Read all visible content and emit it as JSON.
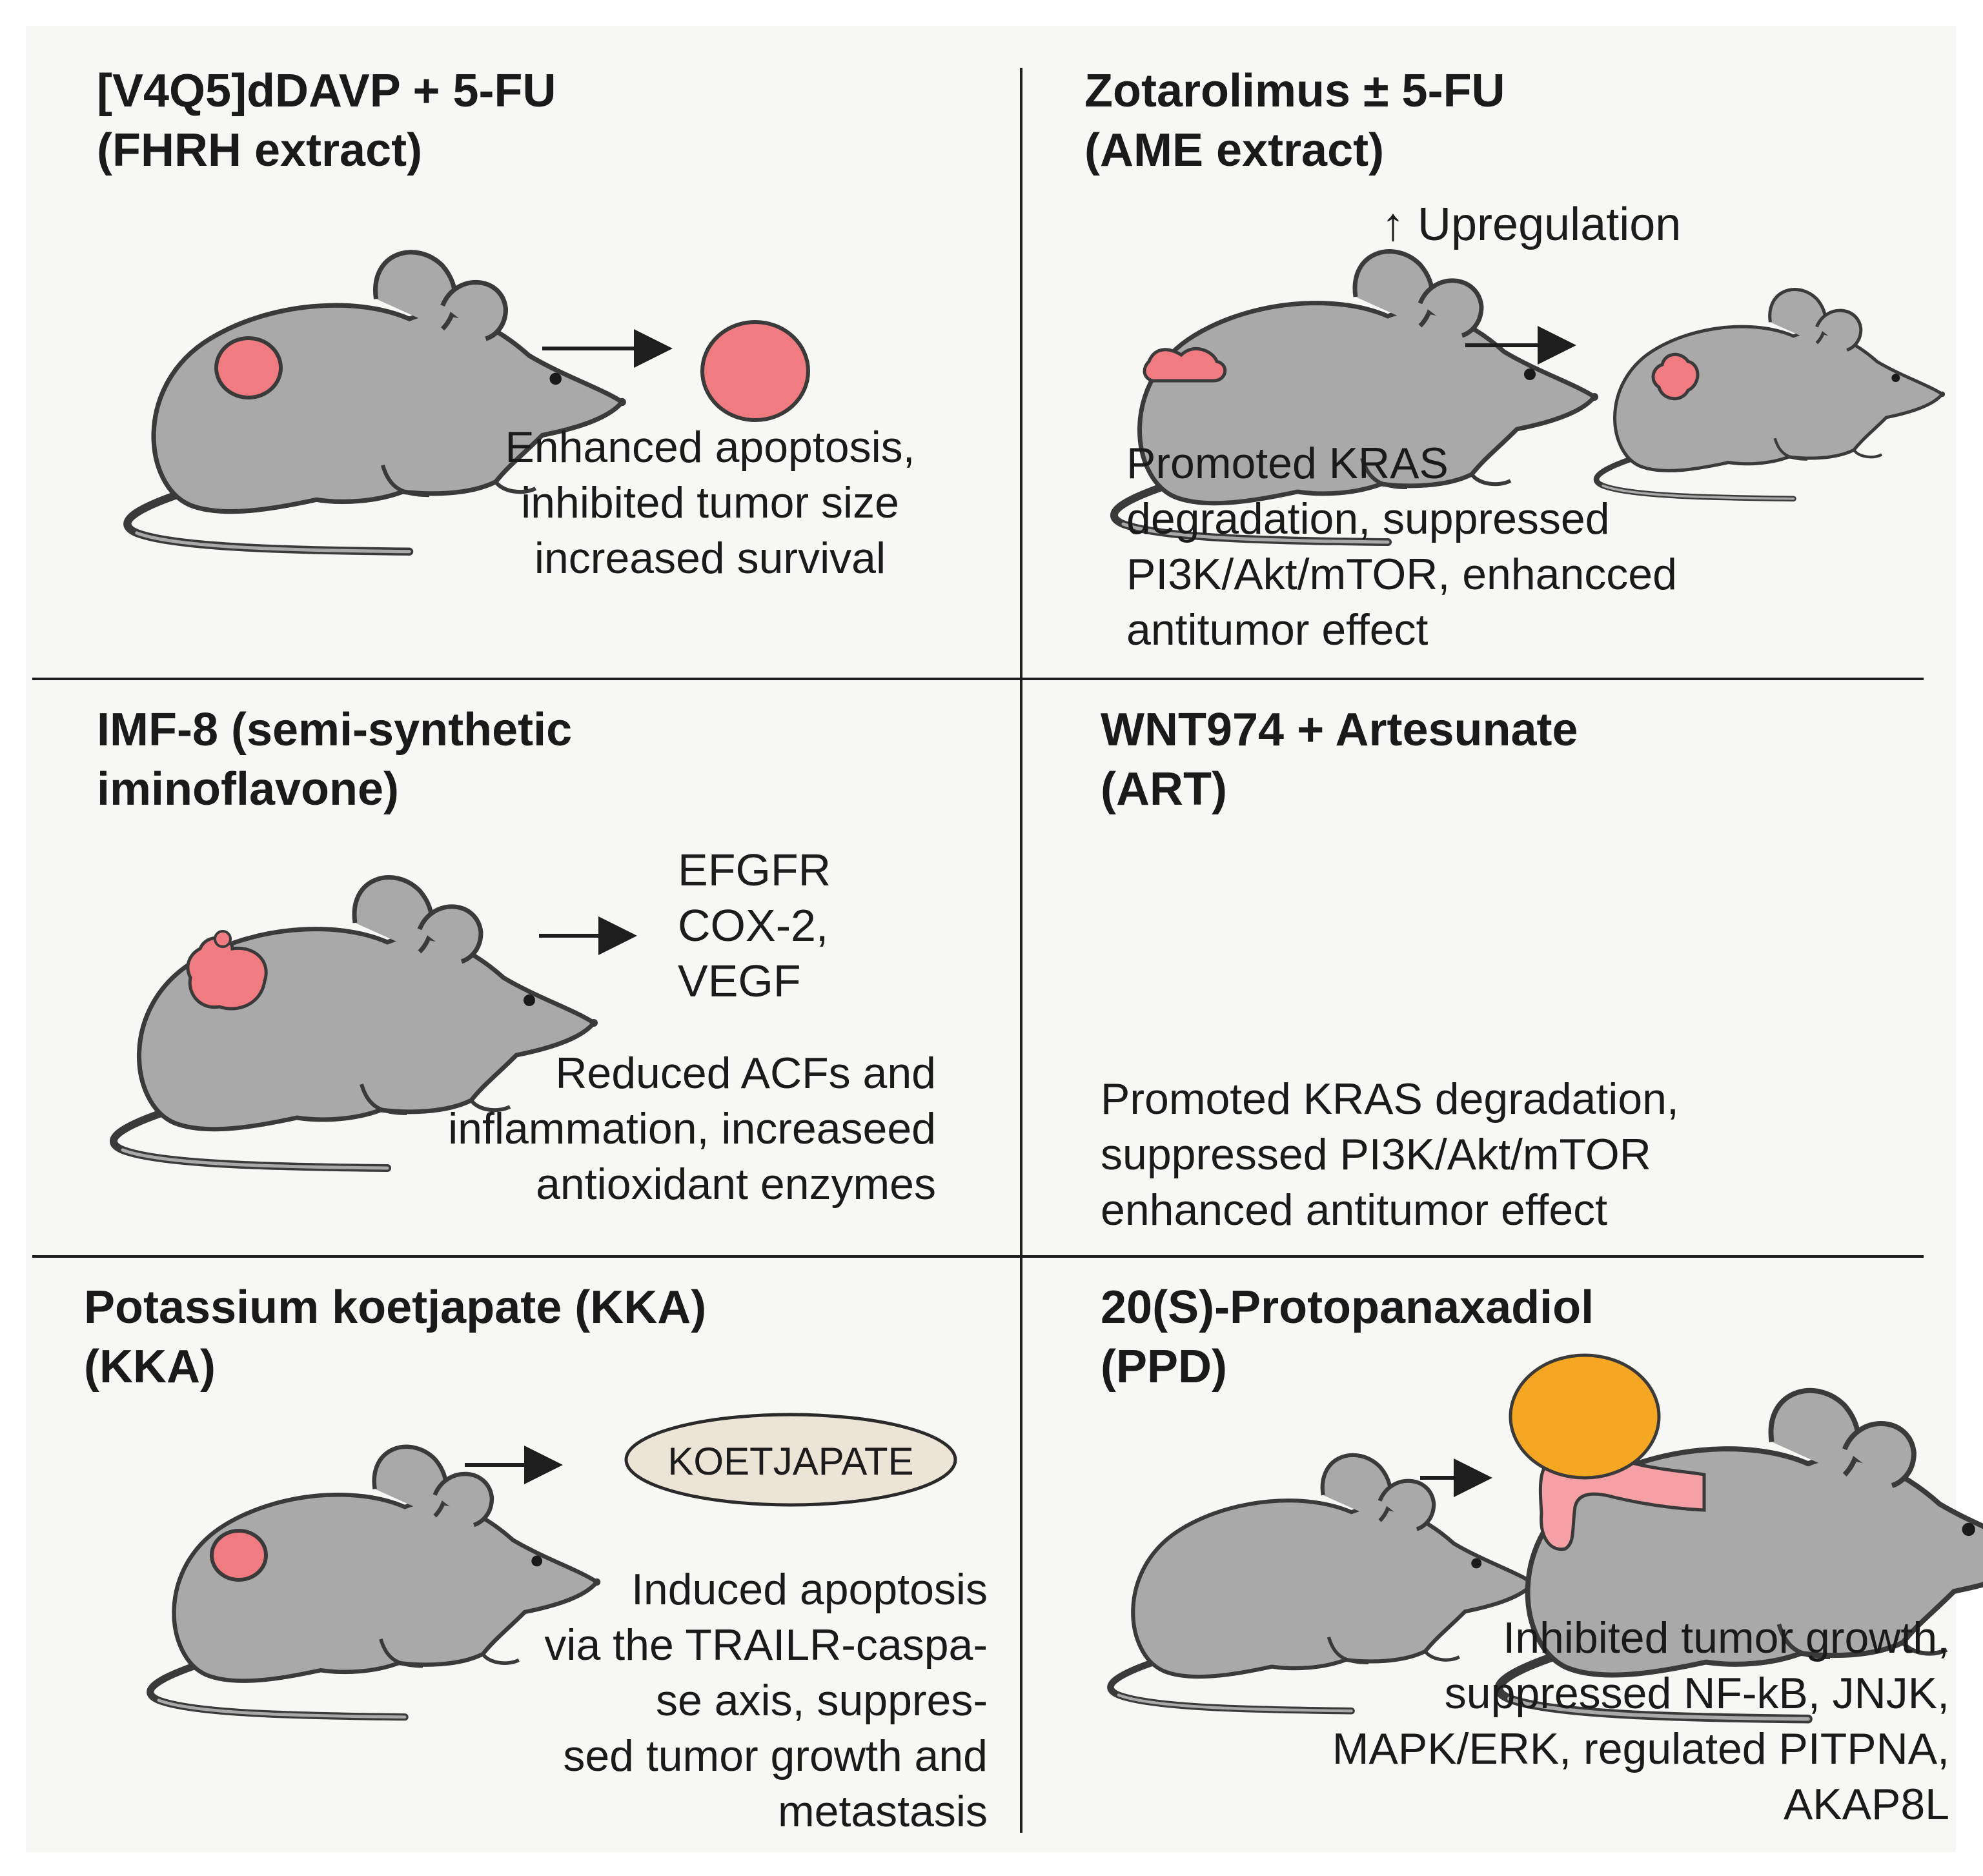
{
  "panels": {
    "p1": {
      "title": [
        "[V4Q5]dDAVP + 5-FU",
        "(FHRH extract)"
      ],
      "caption": [
        "Enhanced apoptosis,",
        "inhibited tumor size",
        "increased survival"
      ]
    },
    "p2": {
      "title": [
        "Zotarolimus ± 5-FU",
        "(AME extract)"
      ],
      "note": "↑ Upregulation",
      "caption": [
        "Promoted KRAS",
        "degradation, suppressed",
        "PI3K/Akt/mTOR, enhancced",
        "antitumor effect"
      ]
    },
    "p3": {
      "title": [
        "IMF-8 (semi-synthetic",
        "iminoflavone)"
      ],
      "targets": [
        "EFGFR",
        "COX-2,",
        "VEGF"
      ],
      "caption": [
        "Reduced ACFs and",
        "inflammation, increaseed",
        "antioxidant enzymes"
      ]
    },
    "p4": {
      "title": [
        "WNT974 + Artesunate",
        "(ART)"
      ],
      "caption": [
        "Promoted KRAS degradation,",
        "suppressed PI3K/Akt/mTOR",
        "enhanced antitumor effect"
      ]
    },
    "p5": {
      "title": [
        "Potassium koetjapate (KKA)",
        "(KKA)"
      ],
      "pill": "KOETJAPATE",
      "caption": [
        "Induced apoptosis",
        "via the TRAILR-caspa-",
        "se axis, suppres-",
        "sed tumor growth  and",
        "metastasis"
      ]
    },
    "p6": {
      "title": [
        "20(S)-Protopanaxadiol",
        "(PPD)"
      ],
      "caption": [
        "Inhibited tumor growth,",
        "suppressed NF-kB, JNJK,",
        "MAPK/ERK, regulated PITPNA,",
        "AKAP8L"
      ]
    }
  },
  "colors": {
    "mouse_body": "#a9a9a9",
    "mouse_outline": "#3a3a3a",
    "tumor": "#f07b80",
    "ppd_disc": "#f5a623",
    "pill_fill": "#ece4d6"
  }
}
